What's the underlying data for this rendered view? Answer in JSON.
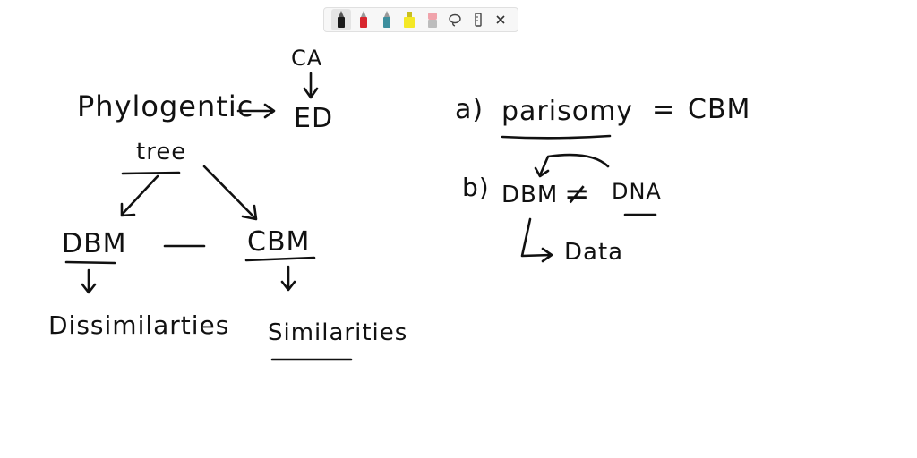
{
  "toolbar": {
    "tools": [
      {
        "name": "black-pen-icon",
        "color": "#1a1a1a",
        "active": true
      },
      {
        "name": "red-pen-icon",
        "color": "#d8262e"
      },
      {
        "name": "teal-pen-icon",
        "color": "#3d8f9e"
      },
      {
        "name": "yellow-highlighter-icon",
        "color": "#f4e826"
      },
      {
        "name": "pink-eraser-icon",
        "color": "#f0a3ab"
      },
      {
        "name": "lasso-icon"
      },
      {
        "name": "ruler-icon"
      },
      {
        "name": "close-icon"
      }
    ]
  },
  "notes": {
    "ca": "CA",
    "ed": "ED",
    "phylogentic": "Phylogentic",
    "tree": "tree",
    "dbm_left": "DBM",
    "cbm_left": "CBM",
    "dissimilarities": "Dissimilarties",
    "similarities": "Similarities",
    "a_label": "a)",
    "parsimony": "parisomy",
    "equals": "=",
    "cbm_right": "CBM",
    "b_label": "b)",
    "dbm_right": "DBM",
    "not_equal": "≠",
    "dna": "DNA",
    "data": "Data"
  }
}
